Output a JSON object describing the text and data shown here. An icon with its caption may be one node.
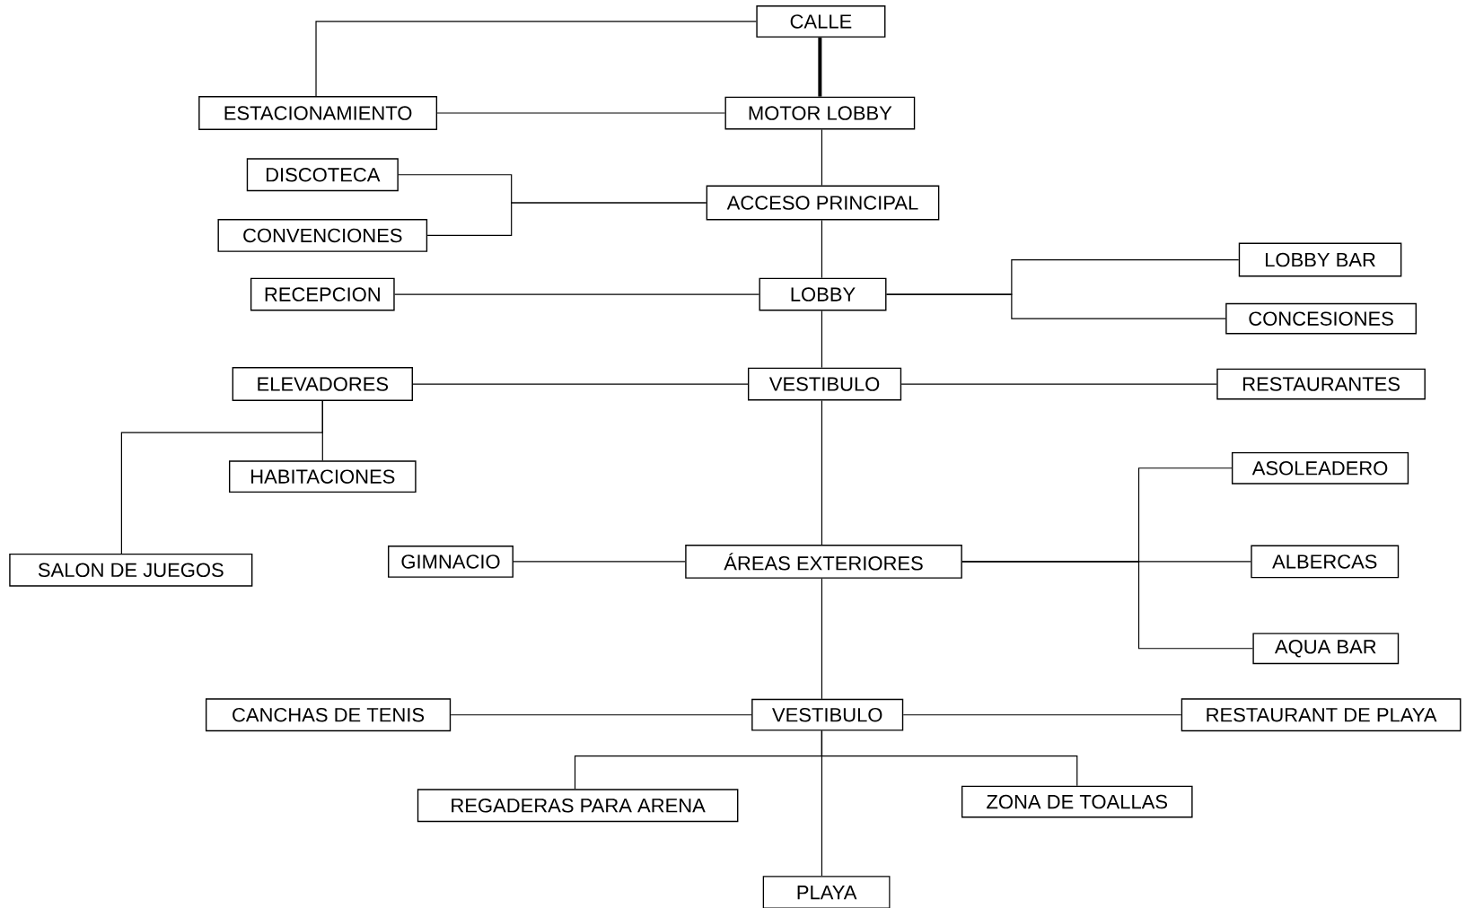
{
  "diagram": {
    "nodes": [
      {
        "text": [
          "CALLE"
        ]
      },
      {
        "text": [
          "ESTACIONAMIENTO"
        ]
      },
      {
        "text": [
          "MOTOR LOBBY"
        ]
      },
      {
        "text": [
          "DISCOTECA"
        ]
      },
      {
        "text": [
          "CONVENCIONES"
        ]
      },
      {
        "text": [
          "ACCESO PRINCIPAL"
        ]
      },
      {
        "text": [
          "RECEPCION"
        ]
      },
      {
        "text": [
          "LOBBY"
        ]
      },
      {
        "text": [
          "LOBBY BAR"
        ]
      },
      {
        "text": [
          "CONCESIONES"
        ]
      },
      {
        "text": [
          "ELEVADORES"
        ]
      },
      {
        "text": [
          "VESTIBULO"
        ]
      },
      {
        "text": [
          "RESTAURANTES"
        ]
      },
      {
        "text": [
          "HABITACIONES"
        ]
      },
      {
        "text": [
          "SALON DE JUEGOS"
        ]
      },
      {
        "text": [
          "GIMNACIO"
        ]
      },
      {
        "text": [
          "ÁREAS EXTERIORES"
        ]
      },
      {
        "text": [
          "ASOLEADERO"
        ]
      },
      {
        "text": [
          "ALBERCAS"
        ]
      },
      {
        "text": [
          "AQUA BAR"
        ]
      },
      {
        "text": [
          "CANCHAS DE TENIS"
        ]
      },
      {
        "text": [
          "VESTIBULO"
        ]
      },
      {
        "text": [
          "RESTAURANT DE PLAYA"
        ]
      },
      {
        "text": [
          "REGADERAS PARA ARENA"
        ]
      },
      {
        "text": [
          "ZONA DE TOALLAS"
        ]
      },
      {
        "text": [
          "PLAYA"
        ]
      }
    ],
    "edges": [
      {
        "from": 0,
        "to": 1,
        "arrow": "none"
      },
      {
        "from": 0,
        "to": 2,
        "arrow": "none",
        "style": "thick"
      },
      {
        "from": 1,
        "to": 2,
        "arrow": "none"
      },
      {
        "from": 2,
        "to": 5,
        "arrow": "none"
      },
      {
        "from": 5,
        "to": 3,
        "arrow": "none"
      },
      {
        "from": 5,
        "to": 4,
        "arrow": "none"
      },
      {
        "from": 5,
        "to": 7,
        "arrow": "none"
      },
      {
        "from": 7,
        "to": 6,
        "arrow": "none"
      },
      {
        "from": 7,
        "to": 8,
        "arrow": "none"
      },
      {
        "from": 7,
        "to": 9,
        "arrow": "none"
      },
      {
        "from": 7,
        "to": 11,
        "arrow": "none"
      },
      {
        "from": 11,
        "to": 10,
        "arrow": "none"
      },
      {
        "from": 11,
        "to": 12,
        "arrow": "none"
      },
      {
        "from": 10,
        "to": 13,
        "arrow": "none"
      },
      {
        "from": 10,
        "to": 14,
        "arrow": "none"
      },
      {
        "from": 11,
        "to": 16,
        "arrow": "none"
      },
      {
        "from": 16,
        "to": 15,
        "arrow": "none"
      },
      {
        "from": 16,
        "to": 17,
        "arrow": "none"
      },
      {
        "from": 16,
        "to": 18,
        "arrow": "none"
      },
      {
        "from": 16,
        "to": 19,
        "arrow": "none"
      },
      {
        "from": 16,
        "to": 21,
        "arrow": "none"
      },
      {
        "from": 21,
        "to": 20,
        "arrow": "none"
      },
      {
        "from": 21,
        "to": 22,
        "arrow": "none"
      },
      {
        "from": 21,
        "to": 23,
        "arrow": "none"
      },
      {
        "from": 21,
        "to": 24,
        "arrow": "none"
      },
      {
        "from": 21,
        "to": 25,
        "arrow": "none"
      }
    ]
  }
}
